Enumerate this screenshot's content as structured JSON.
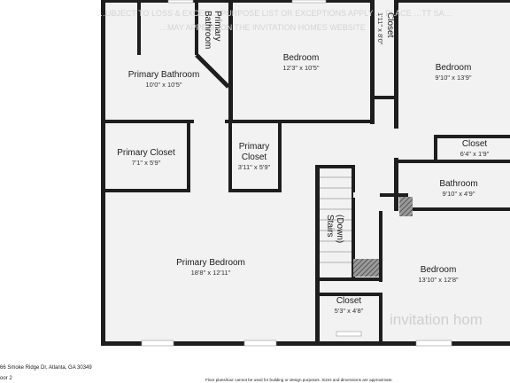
{
  "footer": {
    "address": "66 Smoke Ridge Dr, Atlanta, GA 30349",
    "floor": "oor 2",
    "disclaimer": "Floor plans/tour cannot be used for building or design purposes. Sizes and dimensions are approximate."
  },
  "watermark": {
    "line1": "…UBJECT TO LOSS & EXCEL … PURPOSE LIST OR EXCEPTIONS APPLY … PLACE …TT SA…",
    "line2": "…MAY APPEAR ON THE INVITATION HOMES WEBSITE",
    "logo": "invitation hom"
  },
  "colors": {
    "wall": "#1e1e1e",
    "floor": "#f2f2f2",
    "hatch": "#6a6a6a"
  },
  "rooms": {
    "primary_bathroom": {
      "name": "Primary Bathroom",
      "dims": "10'0\" x 10'5\""
    },
    "primary_bathroom_vertical": {
      "line1": "Primary",
      "line2": "Bathroom"
    },
    "bedroom_top": {
      "name": "Bedroom",
      "dims": "12'3\" x 10'5\""
    },
    "closet_vertical": {
      "name": "Closet",
      "dims": "1'11\" x 8'0\""
    },
    "bedroom_right": {
      "name": "Bedroom",
      "dims": "9'10\" x 13'9\""
    },
    "closet_right": {
      "name": "Closet",
      "dims": "6'4\" x 1'9\""
    },
    "primary_closet_left": {
      "name": "Primary Closet",
      "dims": "7'1\" x 5'9\""
    },
    "primary_closet_mid": {
      "line1": "Primary",
      "line2": "Closet",
      "dims": "3'11\" x 5'9\""
    },
    "bathroom": {
      "name": "Bathroom",
      "dims": "9'10\" x 4'9\""
    },
    "stairs": {
      "line1": "Stairs",
      "line2": "(Down)"
    },
    "primary_bedroom": {
      "name": "Primary Bedroom",
      "dims": "18'8\" x 12'11\""
    },
    "bedroom_bottom": {
      "name": "Bedroom",
      "dims": "13'10\" x 12'8\""
    },
    "closet_bottom": {
      "name": "Closet",
      "dims": "5'3\" x 4'8\""
    }
  }
}
